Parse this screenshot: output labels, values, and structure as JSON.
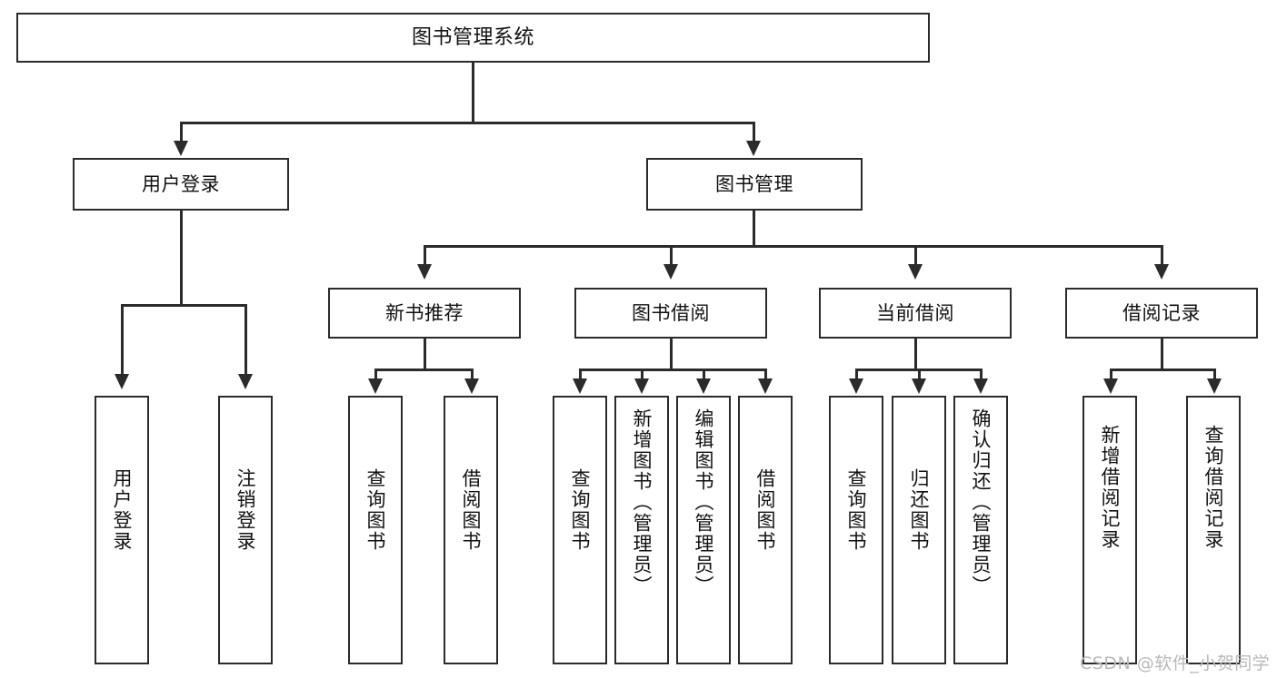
{
  "diagram": {
    "title": "图书管理系统",
    "root": {
      "label": "图书管理系统"
    },
    "level2": [
      {
        "label": "用户登录"
      },
      {
        "label": "图书管理"
      }
    ],
    "level3": [
      {
        "label": "新书推荐"
      },
      {
        "label": "图书借阅"
      },
      {
        "label": "当前借阅"
      },
      {
        "label": "借阅记录"
      }
    ],
    "leaves": {
      "user_login": [
        {
          "label": "用户登录"
        },
        {
          "label": "注销登录"
        }
      ],
      "new_book_recommend": [
        {
          "label": "查询图书"
        },
        {
          "label": "借阅图书"
        }
      ],
      "book_borrow": [
        {
          "label": "查询图书"
        },
        {
          "label": "新增图书（管理员）"
        },
        {
          "label": "编辑图书（管理员）"
        },
        {
          "label": "借阅图书"
        }
      ],
      "current_borrow": [
        {
          "label": "查询图书"
        },
        {
          "label": "归还图书"
        },
        {
          "label": "确认归还（管理员）"
        }
      ],
      "borrow_records": [
        {
          "label": "新增借阅记录"
        },
        {
          "label": "查询借阅记录"
        }
      ]
    }
  },
  "watermark": {
    "text": "CSDN @软件_小贺同学"
  },
  "colors": {
    "stroke": "#2b2b2b",
    "background": "#ffffff",
    "text": "#111111",
    "watermark": "#b9b9b9"
  }
}
